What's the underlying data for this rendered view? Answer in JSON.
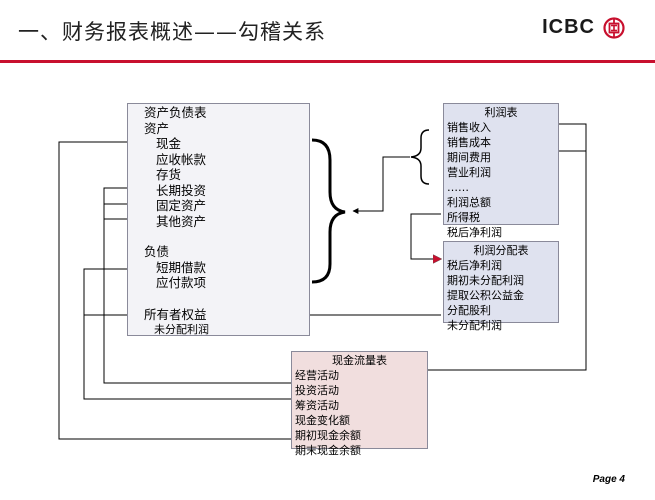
{
  "header": {
    "title": "一、财务报表概述——勾稽关系",
    "logo_text": "ICBC",
    "logo_symbol": "工"
  },
  "balance_sheet": {
    "rows": [
      "资产负债表",
      "资产",
      "现金",
      "应收帐款",
      "存货",
      "长期投资",
      "固定资产",
      "其他资产",
      "负债",
      "短期借款",
      "应付款项",
      "所有者权益",
      "未分配利润"
    ]
  },
  "income_statement": {
    "rows": [
      "利润表",
      "销售收入",
      "销售成本",
      "期间费用",
      "营业利润",
      "……",
      "利润总额",
      "所得税",
      "税后净利润"
    ]
  },
  "profit_distribution": {
    "rows": [
      "利润分配表",
      "税后净利润",
      "期初未分配利润",
      "提取公积公益金",
      "分配股利",
      "未分配利润"
    ]
  },
  "cash_flow": {
    "rows": [
      "现金流量表",
      "经营活动",
      "投资活动",
      "筹资活动",
      "现金变化额",
      "期初现金余额",
      "期末现金余额"
    ]
  },
  "footer": {
    "page": "Page 4"
  },
  "colors": {
    "accent": "#c8102e",
    "balance_bg": "#f3f3f7",
    "statement_bg": "#dfe2ef",
    "cashflow_bg": "#f1dede"
  }
}
